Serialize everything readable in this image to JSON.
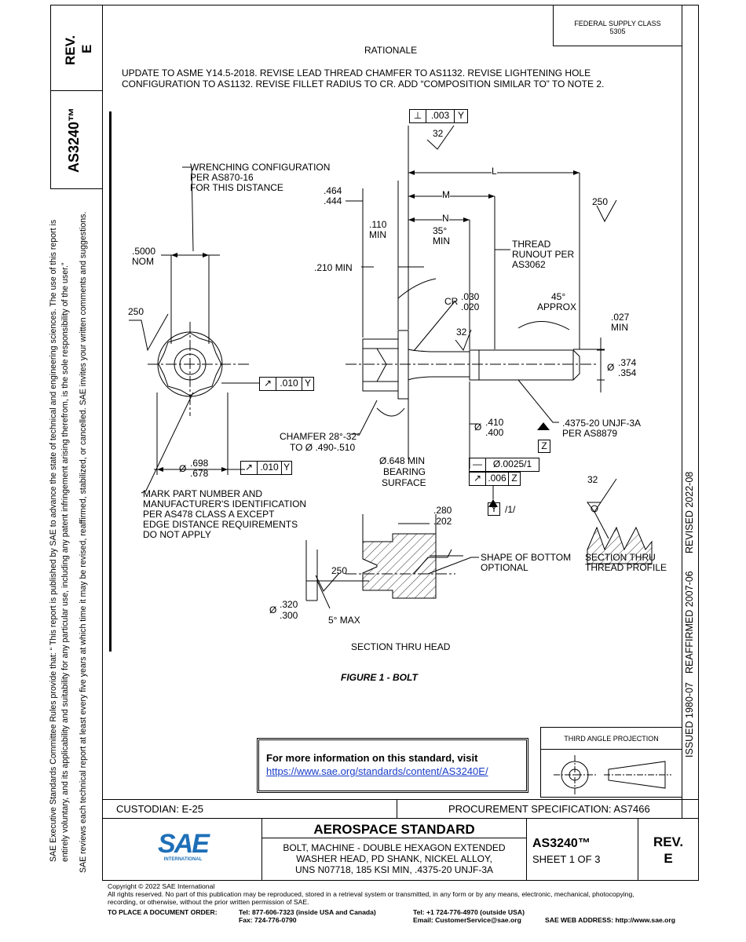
{
  "header": {
    "rev_label": "REV.",
    "rev_value": "E",
    "doc_id": "AS3240™",
    "federal_supply_class_label": "FEDERAL SUPPLY CLASS",
    "federal_supply_class_value": "5305",
    "rationale_title": "RATIONALE",
    "rationale_text_line1": "UPDATE TO ASME Y14.5-2018. REVISE LEAD THREAD CHAMFER TO AS1132. REVISE LIGHTENING HOLE",
    "rationale_text_line2": "CONFIGURATION TO AS1132. REVISE FILLET RADIUS TO CR. ADD “COMPOSITION SIMILAR TO” TO NOTE 2."
  },
  "left_margin": {
    "line1": "SAE Executive Standards Committee Rules provide that: “  This report is published by SAE to advance the state of technical and engineering sciences. The use of this report is",
    "line2": "entirely voluntary, and its applicability and suitability for any particular use, including any patent infringement arising therefrom, is the sole responsibility of the user.”",
    "line3": "SAE reviews each technical report at least every five years at which time it may be revised, reaffirmed, stabilized, or cancelled. SAE invites your written comments and suggestions."
  },
  "right_margin": {
    "issued": "ISSUED 1980-07",
    "reaffirmed": "REAFFIRMED 2007-06",
    "revised": "REVISED 2022-08"
  },
  "drawing": {
    "figure_caption": "FIGURE 1 - BOLT",
    "wrenching_1": "WRENCHING CONFIGURATION",
    "wrenching_2": "PER AS870-16",
    "wrenching_3": "FOR THIS DISTANCE",
    "dim_464": ".464",
    "dim_444": ".444",
    "dim_110": ".110",
    "dim_min": "MIN",
    "dim_35": "35°",
    "dim_35min": "MIN",
    "dim_5000": ".5000",
    "dim_nom": "NOM",
    "dim_210": ".210 MIN",
    "thread_runout_1": "THREAD",
    "thread_runout_2": "RUNOUT PER",
    "thread_runout_3": "AS3062",
    "L": "L",
    "M": "M",
    "N": "N",
    "perp_sym": "⊥",
    "perp_val": ".003",
    "perp_datum": "Y",
    "finish_32_top": "32",
    "finish_250_right": "250",
    "finish_250_left": "250",
    "cr_label": "CR",
    "cr_030": ".030",
    "cr_020": ".020",
    "approx_45": "45°",
    "approx_label": "APPROX",
    "dim_027": ".027",
    "dim_027min": "MIN",
    "finish_32_mid": "32",
    "dia_374": ".374",
    "dia_354": ".354",
    "dia_sym": "Ø",
    "runout_val_1": ".010",
    "runout_datum_1": "Y",
    "chamfer_1": "CHAMFER 28°-32°",
    "chamfer_2": "TO Ø .490-.510",
    "dia_410": ".410",
    "dia_400": ".400",
    "thread_spec_1": ".4375-20 UNJF-3A",
    "thread_spec_2": "PER AS8879",
    "datum_Z": "Z",
    "dia_698": ".698",
    "dia_678": ".678",
    "runout_val_2": ".010",
    "runout_datum_2": "Y",
    "bearing_1": "Ø.648 MIN",
    "bearing_2": "BEARING",
    "bearing_3": "SURFACE",
    "straight_val": "Ø.0025/1",
    "runout_val_3": ".006",
    "runout_datum_3": "Z",
    "datum_Y": "Y",
    "datum_Y_note": "/1/",
    "mark_1": "MARK PART NUMBER AND",
    "mark_2": "MANUFACTURER'S IDENTIFICATION",
    "mark_3": "PER AS478 CLASS A EXCEPT",
    "mark_4": "EDGE DISTANCE REQUIREMENTS",
    "mark_5": "DO NOT APPLY",
    "dim_280": ".280",
    "dim_202": ".202",
    "shape_1": "SHAPE OF BOTTOM",
    "shape_2": "OPTIONAL",
    "finish_250_sec": "250",
    "dia_320": ".320",
    "dia_300": ".300",
    "max_5": "5° MAX",
    "section_head": "SECTION THRU HEAD",
    "finish_32_thread": "32",
    "section_thread_1": "SECTION THRU",
    "section_thread_2": "THREAD PROFILE"
  },
  "info_box": {
    "text": "For more information on this standard, visit",
    "link": "https://www.sae.org/standards/content/AS3240E/"
  },
  "projection": {
    "label": "THIRD ANGLE PROJECTION"
  },
  "title_block": {
    "custodian": "CUSTODIAN: E-25",
    "procurement": "PROCUREMENT SPECIFICATION: AS7466",
    "logo_text": "SAE",
    "logo_sub": "INTERNATIONAL",
    "standard_title": "AEROSPACE STANDARD",
    "desc_1": "BOLT, MACHINE - DOUBLE HEXAGON EXTENDED",
    "desc_2": "WASHER HEAD, PD SHANK, NICKEL ALLOY,",
    "desc_3": "UNS N07718, 185 KSI MIN, .4375-20 UNJF-3A",
    "doc_id": "AS3240™",
    "sheet": "SHEET 1 OF 3",
    "rev_label": "REV.",
    "rev_value": "E"
  },
  "footer": {
    "copyright": "Copyright © 2022 SAE International",
    "rights_1": "All rights reserved. No part of this publication may be reproduced, stored in a retrieval system or transmitted, in any form or by any means, electronic, mechanical, photocopying,",
    "rights_2": "recording, or otherwise, without the prior written permission of SAE.",
    "order_label": "TO PLACE A DOCUMENT ORDER:",
    "tel_usa": "Tel: 877-606-7323 (inside USA and Canada)",
    "fax": "Fax: 724-776-0790",
    "tel_outside": "Tel: +1 724-776-4970 (outside USA)",
    "email": "Email: CustomerService@sae.org",
    "web": "SAE WEB ADDRESS: http://www.sae.org"
  }
}
